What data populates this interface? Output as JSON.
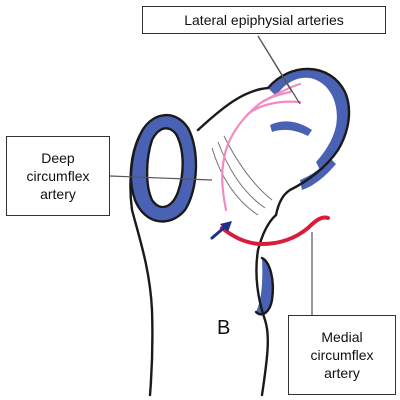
{
  "labels": {
    "lateral_epiphysial": "Lateral epiphysial arteries",
    "deep_circumflex": "Deep\ncircumflex\nartery",
    "medial_circumflex": "Medial\ncircumflex\nartery",
    "panel": "B"
  },
  "colors": {
    "bone_outline": "#1a1a1a",
    "cortex_fill": "#4a62b4",
    "lateral_artery": "#f08cc0",
    "medial_artery": "#d81c3a",
    "arrow": "#1c2f8a",
    "leader_line": "#555555"
  }
}
